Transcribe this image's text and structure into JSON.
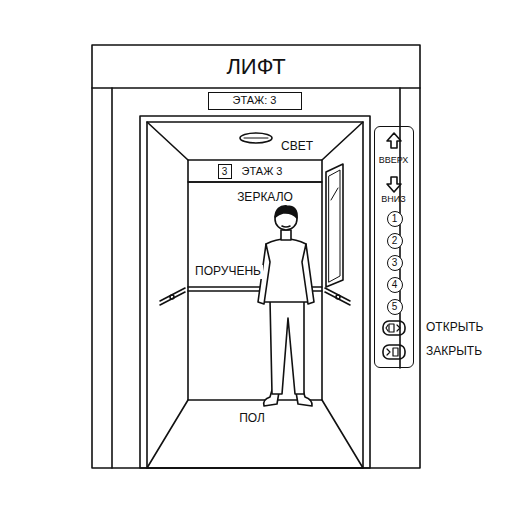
{
  "diagram": {
    "title": "ЛИФТ",
    "nodes": [
      {
        "text": [
          "ЭТАЖ: 3"
        ]
      },
      {
        "text": [
          "3"
        ]
      },
      {
        "text": [
          "ВВЕРХ",
          "ВНИЗ"
        ]
      },
      {
        "text": [
          "1"
        ],
        "in": 2
      },
      {
        "text": [
          "2"
        ],
        "in": 2
      },
      {
        "text": [
          "3"
        ],
        "in": 2
      },
      {
        "text": [
          "4"
        ],
        "in": 2
      },
      {
        "text": [
          "5"
        ],
        "in": 2
      }
    ],
    "labels": [
      "СВЕТ",
      "ЭТАЖ 3",
      "ЗЕРКАЛО",
      "ПОРУЧЕНЬ",
      "ПОЛ",
      "ОТКРЫТЬ",
      "ЗАКРЫТЬ"
    ]
  }
}
